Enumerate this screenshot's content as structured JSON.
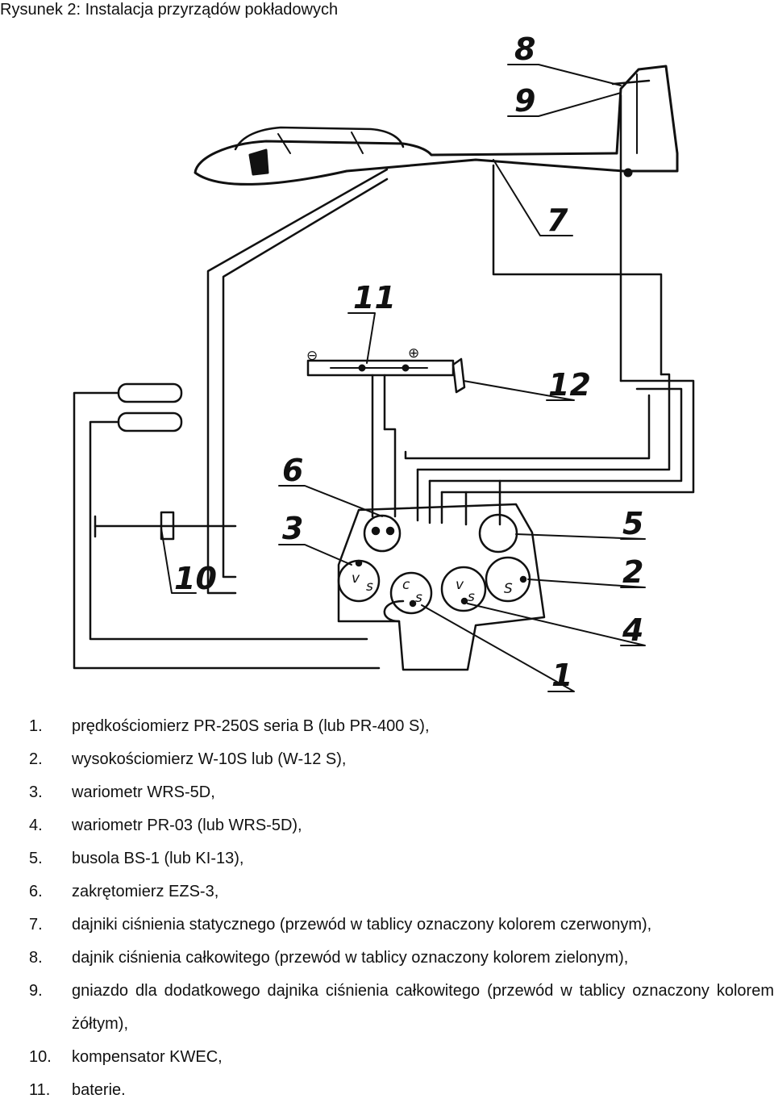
{
  "figure": {
    "title": "Rysunek 2: Instalacja przyrządów pokładowych",
    "callouts": [
      "8",
      "9",
      "7",
      "11",
      "12",
      "6",
      "3",
      "10",
      "5",
      "2",
      "4",
      "1"
    ],
    "polarity": {
      "minus": "⊖",
      "plus": "⊕"
    },
    "gauge_marks": {
      "c": "c",
      "s": "s",
      "w_s": "S",
      "v": "v"
    }
  },
  "legend": [
    {
      "num": "1.",
      "text": "prędkościomierz PR-250S seria B (lub PR-400 S),"
    },
    {
      "num": "2.",
      "text": "wysokościomierz W-10S lub (W-12 S),"
    },
    {
      "num": "3.",
      "text": "wariometr WRS-5D,"
    },
    {
      "num": "4.",
      "text": "wariometr PR-03 (lub WRS-5D),"
    },
    {
      "num": "5.",
      "text": "busola BS-1 (lub KI-13),"
    },
    {
      "num": "6.",
      "text": "zakrętomierz EZS-3,"
    },
    {
      "num": "7.",
      "text": "dajniki ciśnienia statycznego (przewód w tablicy oznaczony kolorem czerwonym),"
    },
    {
      "num": "8.",
      "text": "dajnik ciśnienia całkowitego (przewód w tablicy oznaczony kolorem zielonym),"
    },
    {
      "num": "9.",
      "text": "gniazdo dla dodatkowego dajnika ciśnienia całkowitego (przewód w tablicy oznaczony kolorem żółtym),"
    },
    {
      "num": "10.",
      "text": "kompensator KWEC,"
    },
    {
      "num": "11.",
      "text": "baterie."
    }
  ]
}
